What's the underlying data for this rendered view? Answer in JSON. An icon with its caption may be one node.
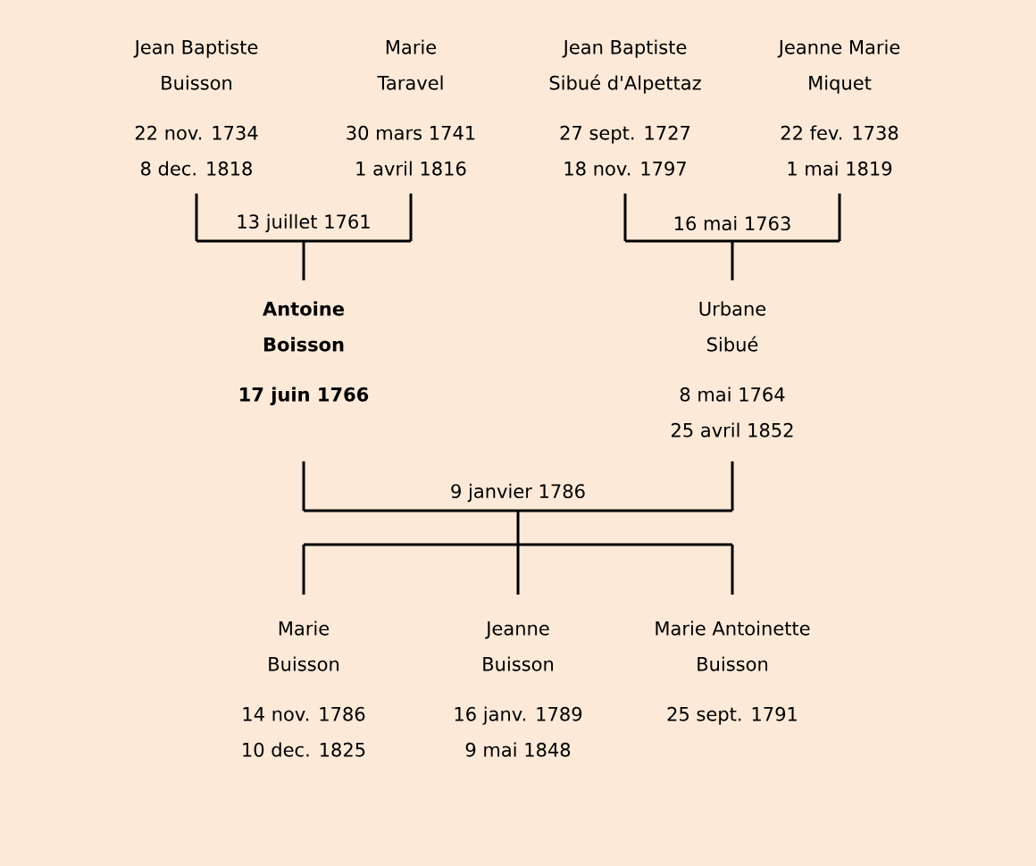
{
  "diagram": {
    "nodes": [
      {
        "text": [
          "Jean Baptiste Buisson",
          "22 nov. 1734",
          "8 dec. 1818"
        ]
      },
      {
        "text": [
          "Marie Taravel",
          "30 mars 1741",
          "1 avril 1816"
        ]
      },
      {
        "text": [
          "Jean Baptiste Sibué d'Alpettaz",
          "27 sept. 1727",
          "18 nov. 1797"
        ]
      },
      {
        "text": [
          "Jeanne Marie Miquet",
          "22 fev. 1738",
          "1 mai 1819"
        ]
      },
      {
        "text": [
          "Antoine Boisson",
          "17 juin 1766"
        ]
      },
      {
        "text": [
          "Urbane Sibué",
          "8 mai 1764",
          "25 avril 1852"
        ]
      },
      {
        "text": [
          "Marie Buisson",
          "14 nov. 1786",
          "10 dec. 1825"
        ]
      },
      {
        "text": [
          "Jeanne Buisson",
          "16 janv. 1789",
          "9 mai 1848"
        ]
      },
      {
        "text": [
          "Marie Antoinette Buisson",
          "25 sept. 1791"
        ]
      }
    ],
    "edges": [
      {
        "from": 0,
        "to": 1,
        "arrow": "none",
        "label": "13 juillet 1761"
      },
      {
        "from": 2,
        "to": 3,
        "arrow": "none",
        "label": "16 mai 1763"
      },
      {
        "from": 0,
        "to": 4,
        "arrow": "none"
      },
      {
        "from": 1,
        "to": 4,
        "arrow": "none"
      },
      {
        "from": 2,
        "to": 5,
        "arrow": "none"
      },
      {
        "from": 3,
        "to": 5,
        "arrow": "none"
      },
      {
        "from": 4,
        "to": 5,
        "arrow": "none",
        "label": "9 janvier 1786"
      },
      {
        "from": 4,
        "to": 6,
        "arrow": "none"
      },
      {
        "from": 4,
        "to": 7,
        "arrow": "none"
      },
      {
        "from": 4,
        "to": 8,
        "arrow": "none"
      },
      {
        "from": 5,
        "to": 6,
        "arrow": "none"
      },
      {
        "from": 5,
        "to": 7,
        "arrow": "none"
      },
      {
        "from": 5,
        "to": 8,
        "arrow": "none"
      }
    ]
  }
}
